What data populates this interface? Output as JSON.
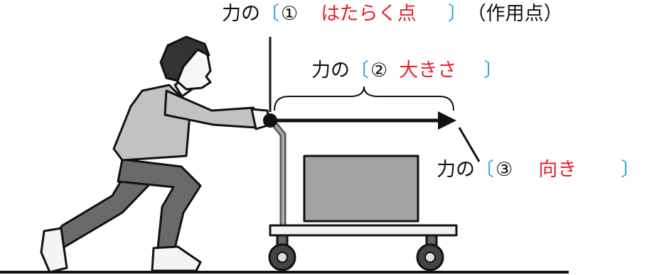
{
  "labels": {
    "point": {
      "prefix": "力の",
      "open": "〔",
      "num": "①",
      "answer": "はたらく点",
      "close": "〕",
      "suffix": "（作用点）"
    },
    "size": {
      "prefix": "力の",
      "open": "〔",
      "num": "②",
      "answer": "大きさ",
      "close": "〕"
    },
    "direction": {
      "prefix": "力の",
      "open": "〔",
      "num": "③",
      "answer": "向き",
      "close": "〕"
    }
  },
  "colors": {
    "bracket": "#29a3dd",
    "answer": "#e8202a",
    "ink": "#111111"
  }
}
